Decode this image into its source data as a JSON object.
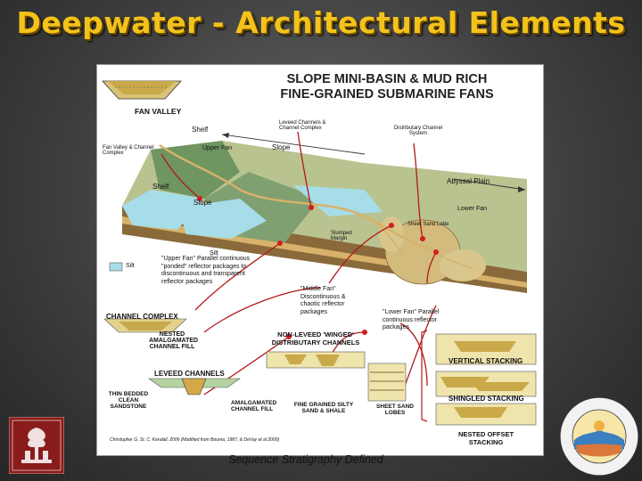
{
  "slide": {
    "title": "Deepwater -  Architectural Elements",
    "caption": "Sequence Stratigraphy Defined"
  },
  "figure": {
    "title_line1": "SLOPE MINI-BASIN & MUD RICH",
    "title_line2": "FINE-GRAINED SUBMARINE FANS",
    "labels": {
      "fan_valley": "FAN VALLEY",
      "shelf_top": "Shelf",
      "leveed_channels_complex": "Leveed Channels & Channel Complex",
      "distributary_channel_system": "Distributary Channel System",
      "fan_valley_channel_complex": "Fan Valley & Channel Complex",
      "upper_fan": "Upper Fan",
      "slope_arrow": "Slope",
      "abyssal_plain": "Abyssal Plain",
      "lower_fan": "Lower Fan",
      "shelf_block": "Shelf",
      "slope_block": "Slope",
      "silt_block": "Silt",
      "slumped_margin": "Slumped Margin",
      "sand_lobe": "Sheet Sand Lobe",
      "silt_legend": "Silt",
      "upper_fan_note": "\"Upper Fan\" Parallel continuous \"ponded\" reflector packages to discontinuous and transparent reflector packages",
      "middle_fan_note": "\"Middle Fan\" Discontinuous & chaotic reflector packages",
      "lower_fan_note": "\"Lower Fan\" Parallel continuous reflector packages",
      "channel_complex": "CHANNEL COMPLEX",
      "nested_amalgamated": "NESTED AMALGAMATED CHANNEL FILL",
      "non_leveed": "NON-LEVEED 'WINGED' DISTRIBUTARY CHANNELS",
      "leveed_channels": "LEVEED CHANNELS",
      "vertical_stacking": "VERTICAL STACKING",
      "shingled_stacking": "SHINGLED STACKING",
      "nested_offset": "NESTED OFFSET STACKING",
      "thin_bedded": "THIN BEDDED CLEAN SANDSTONE",
      "amalgamated_fill": "AMALGAMATED CHANNEL FILL",
      "fine_grained": "FINE GRAINED SILTY SAND & SHALE",
      "sheet_sand_lobes": "SHEET SAND LOBES",
      "credit": "Christopher G. St. C. Kendall, 2006 (Modified from Bouma, 1987, & DeVay et al 2000)"
    }
  },
  "colors": {
    "title": "#f3c21b",
    "block_green": "#7fa070",
    "block_tan": "#c8ad72",
    "water": "#a6dde8",
    "callout_line": "#b21a1a"
  }
}
